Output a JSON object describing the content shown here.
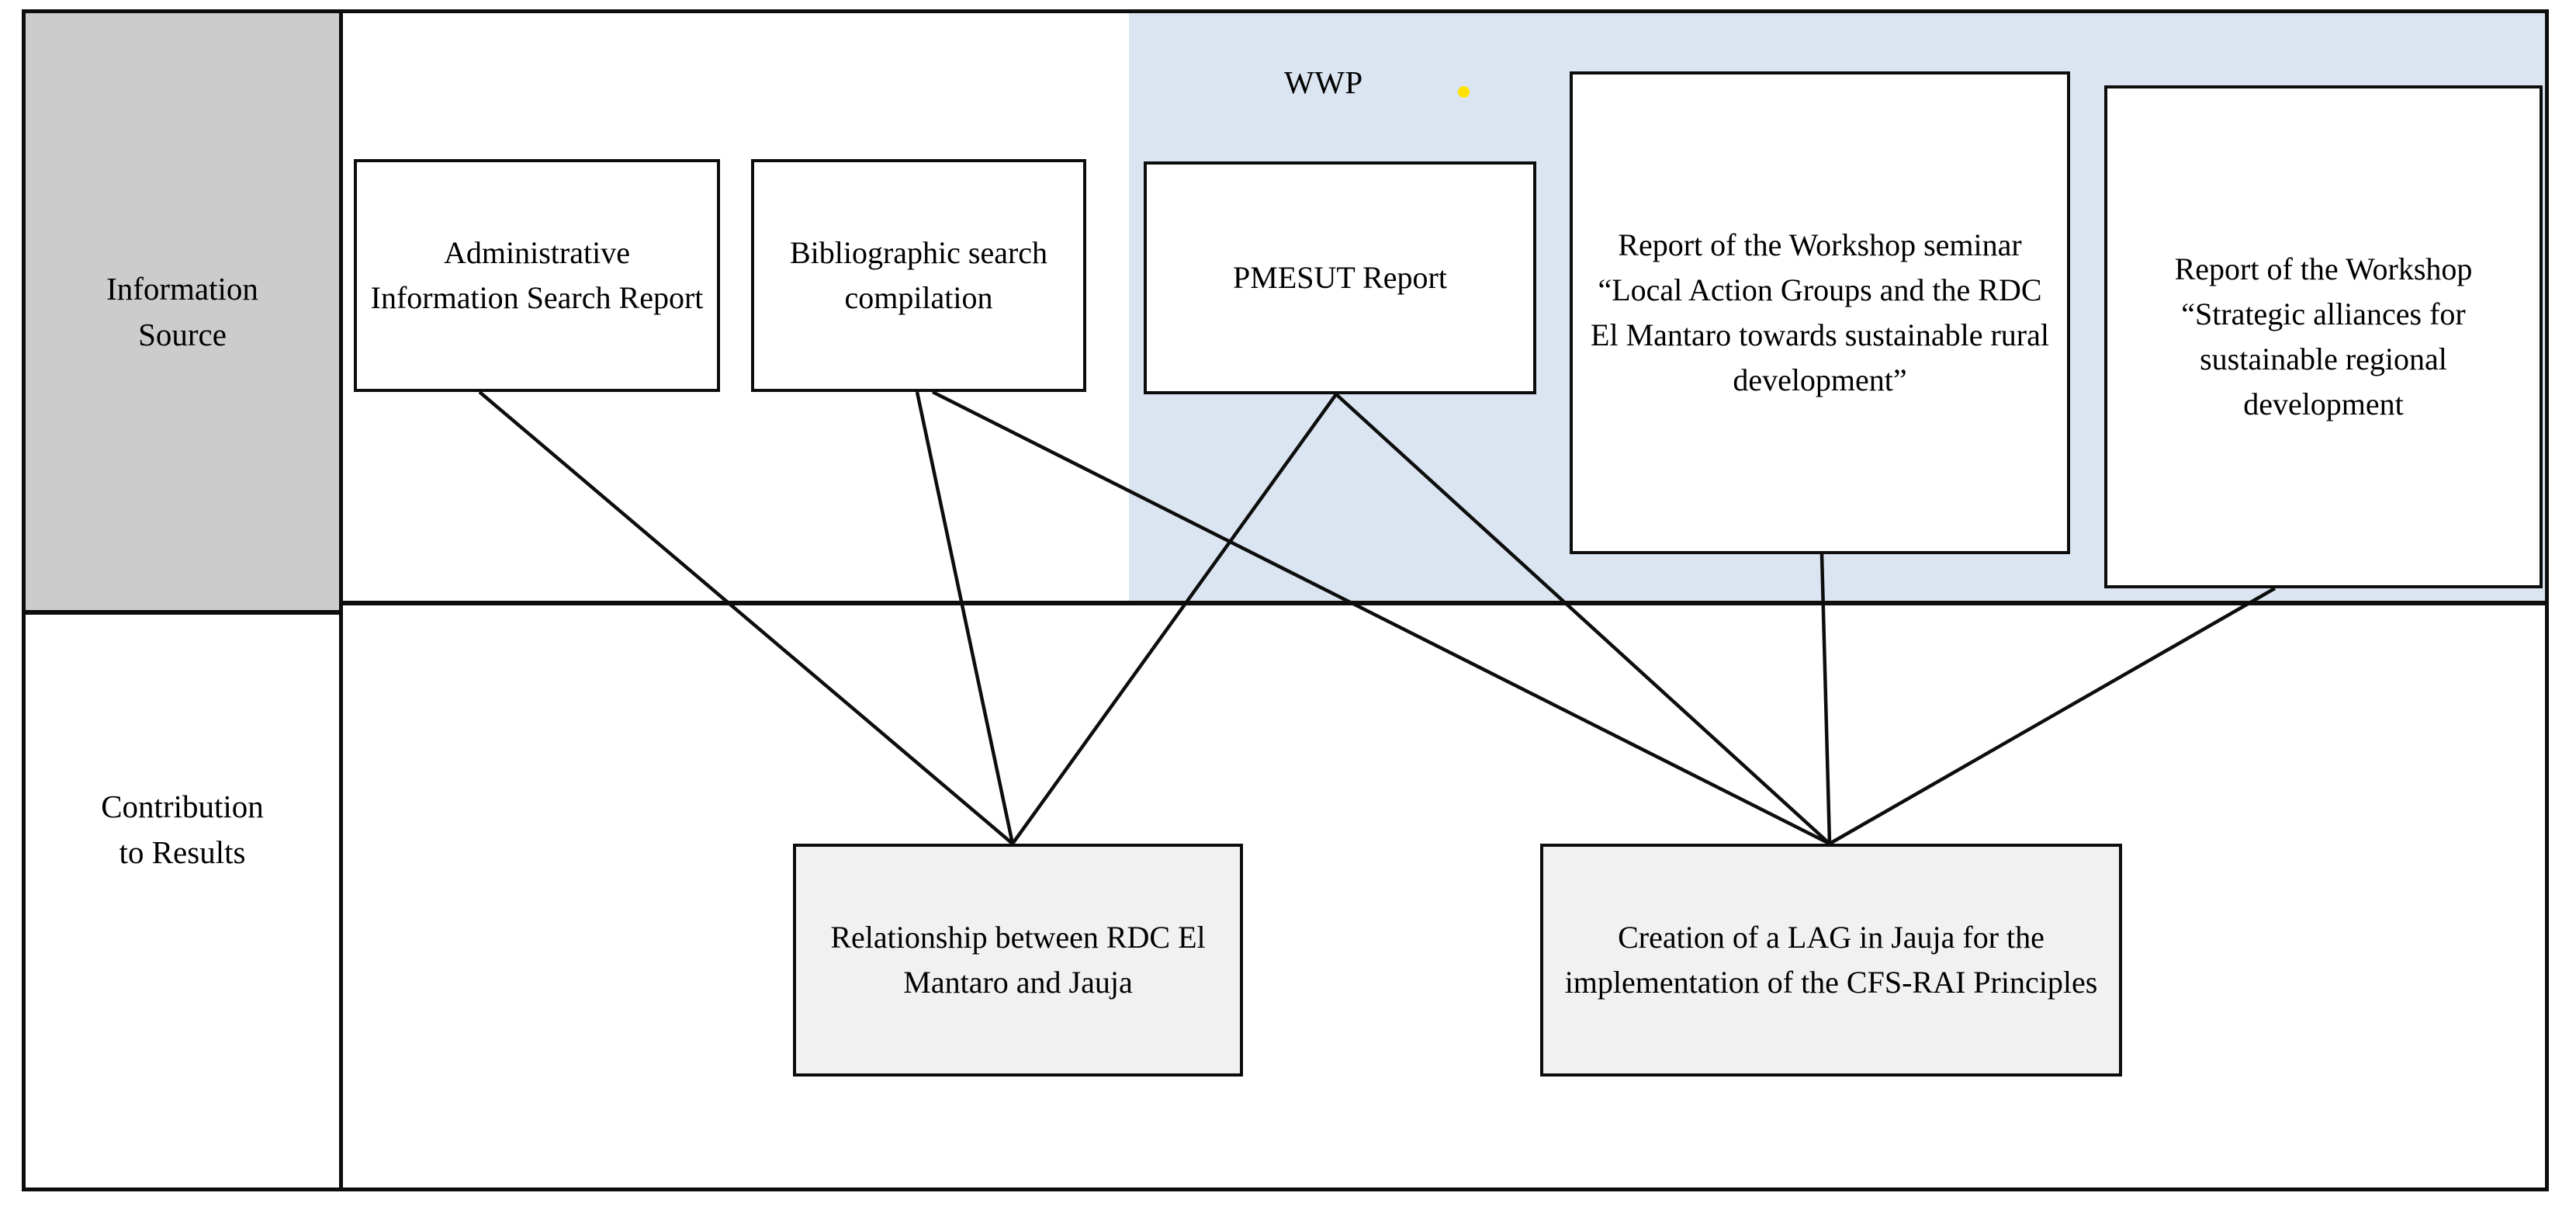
{
  "diagram": {
    "rows": [
      {
        "id": "information-source",
        "label": "Information\nSource"
      },
      {
        "id": "contribution-to-results",
        "label": "Contribution\nto Results"
      }
    ],
    "group": {
      "id": "wwp-group",
      "label": "WWP",
      "marker_color": "#ffe200",
      "fill_color": "#dbe5f1"
    },
    "sources": [
      {
        "id": "administrative-information-search-report",
        "label": "Administrative Information Search Report",
        "in_group": false
      },
      {
        "id": "bibliographic-search-compilation",
        "label": "Bibliographic search compilation",
        "in_group": false
      },
      {
        "id": "pmesut-report",
        "label": "PMESUT Report",
        "in_group": true
      },
      {
        "id": "workshop-seminar-report",
        "label": "Report of the Workshop seminar “Local Action Groups and the RDC El Mantaro towards sustainable rural development”",
        "in_group": true
      },
      {
        "id": "workshop-strategic-alliances-report",
        "label": "Report of the Workshop “Strategic alliances for sustainable regional development",
        "in_group": true
      }
    ],
    "results": [
      {
        "id": "relationship-rdc-el-mantaro-jauja",
        "label": "Relationship between RDC El Mantaro and Jauja"
      },
      {
        "id": "creation-lag-jauja-cfs-rai",
        "label": "Creation of a LAG in Jauja for the implementation of the CFS-RAI Principles"
      }
    ],
    "connections": [
      {
        "from": "administrative-information-search-report",
        "to": "relationship-rdc-el-mantaro-jauja"
      },
      {
        "from": "bibliographic-search-compilation",
        "to": "relationship-rdc-el-mantaro-jauja"
      },
      {
        "from": "pmesut-report",
        "to": "relationship-rdc-el-mantaro-jauja"
      },
      {
        "from": "pmesut-report",
        "to": "creation-lag-jauja-cfs-rai"
      },
      {
        "from": "bibliographic-search-compilation",
        "to": "creation-lag-jauja-cfs-rai"
      },
      {
        "from": "workshop-seminar-report",
        "to": "creation-lag-jauja-cfs-rai"
      },
      {
        "from": "workshop-strategic-alliances-report",
        "to": "creation-lag-jauja-cfs-rai"
      }
    ],
    "colors": {
      "border": "#0d0d0d",
      "header_fill": "#cccccc",
      "result_fill": "#f1f1f1",
      "group_fill": "#dbe5f1",
      "marker": "#ffe200"
    }
  }
}
